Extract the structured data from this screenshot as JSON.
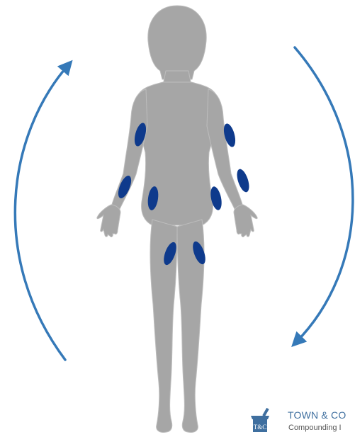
{
  "colors": {
    "body": "#a6a6a6",
    "body_outline": "#bdbdbd",
    "injection_site": "#0e3a8c",
    "arrow": "#3579b8",
    "logo_blue": "#3f6f9f",
    "logo_gray": "#555555"
  },
  "rotation": {
    "left_arrow_direction": "up",
    "right_arrow_direction": "down"
  },
  "injection_sites": [
    "upper-right-arm",
    "upper-left-arm",
    "right-forearm",
    "left-forearm",
    "right-hip",
    "left-hip",
    "right-thigh",
    "left-thigh"
  ],
  "logo": {
    "title": "TOWN & CO",
    "subtitle": "Compounding I",
    "mark_letters": "T&C",
    "mark_icon": "mortar-and-pestle-icon"
  }
}
